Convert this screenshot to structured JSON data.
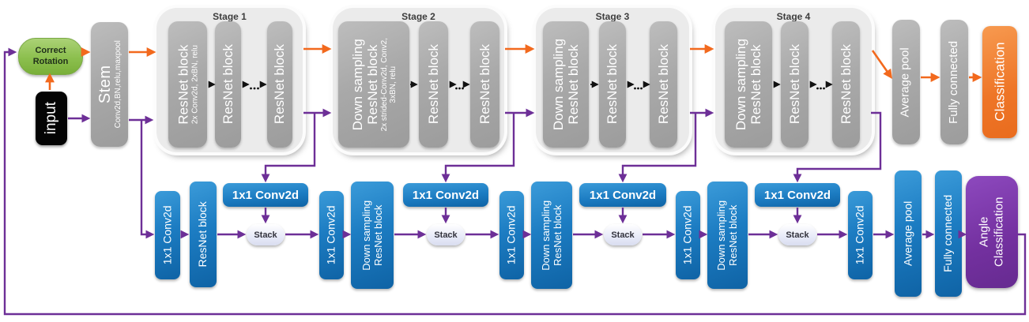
{
  "left_inputs": {
    "input_label": "input",
    "correct_rotation_l1": "Correct",
    "correct_rotation_l2": "Rotation",
    "stem_title": "Stem",
    "stem_subtitle": "Conv2d,BN,relu,maxpool"
  },
  "stages": [
    {
      "title": "Stage 1",
      "block1_l1": "ResNet block",
      "block1_sub1": "2x Conv2d, 2xBN, relu",
      "block2": "ResNet block",
      "block3": "ResNet block"
    },
    {
      "title": "Stage 2",
      "block1_l1": "Down sampling",
      "block1_l2": "ResNet block",
      "block1_sub1": "2x strided-Conv2d, Conv2,",
      "block1_sub2": "3xBN, relu",
      "block2": "ResNet block",
      "block3": "ResNet block"
    },
    {
      "title": "Stage 3",
      "block1_l1": "Down sampling",
      "block1_l2": "ResNet block",
      "block2": "ResNet block",
      "block3": "ResNet block"
    },
    {
      "title": "Stage 4",
      "block1_l1": "Down sampling",
      "block1_l2": "ResNet block",
      "block2": "ResNet block",
      "block3": "ResNet block"
    }
  ],
  "classification_head": {
    "average_pool": "Average pool",
    "fully_connected": "Fully connected",
    "output": "Classification"
  },
  "angle_head": {
    "conv_1x1": "1x1 Conv2d",
    "resnet_block": "ResNet block",
    "down_sampling_l1": "Down sampling",
    "down_sampling_l2": "ResNet block",
    "stack": "Stack",
    "average_pool": "Average pool",
    "fully_connected": "Fully connected",
    "output_l1": "Angle",
    "output_l2": "Classification"
  },
  "colors": {
    "main_path_arrow": "#f2691d",
    "angle_path_arrow": "#6d2f97",
    "stage_block_gray": "#a8a8a8",
    "branch_blue": "#1b7ac0",
    "rotation_green": "#8cbf4e",
    "classification_orange": "#ed7d31",
    "angle_purple": "#7030a0",
    "input_black": "#000000"
  }
}
